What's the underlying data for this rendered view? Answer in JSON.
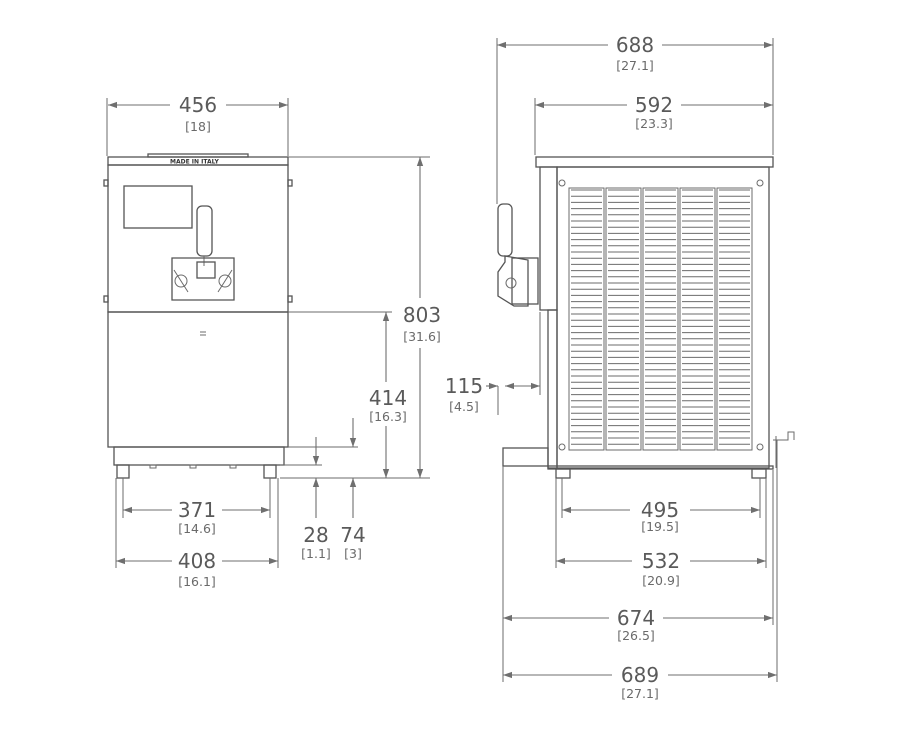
{
  "plate_text": "MADE IN ITALY",
  "front_view": {
    "width": {
      "mm": "456",
      "in": "[18]"
    },
    "height": {
      "mm": "803",
      "in": "[31.6]"
    },
    "tap_height": {
      "mm": "414",
      "in": "[16.3]"
    },
    "foot_inner": {
      "mm": "371",
      "in": "[14.6]"
    },
    "foot_outer": {
      "mm": "408",
      "in": "[16.1]"
    },
    "foot_height": {
      "mm": "28",
      "in": "[1.1]"
    },
    "base_height": {
      "mm": "74",
      "in": "[3]"
    }
  },
  "side_view": {
    "total_depth": {
      "mm": "688",
      "in": "[27.1]"
    },
    "body_depth": {
      "mm": "592",
      "in": "[23.3]"
    },
    "tap_projection": {
      "mm": "115",
      "in": "[4.5]"
    },
    "foot_inner": {
      "mm": "495",
      "in": "[19.5]"
    },
    "foot_outer": {
      "mm": "532",
      "in": "[20.9]"
    },
    "tray_depth": {
      "mm": "674",
      "in": "[26.5]"
    },
    "overall_depth": {
      "mm": "689",
      "in": "[27.1]"
    }
  }
}
